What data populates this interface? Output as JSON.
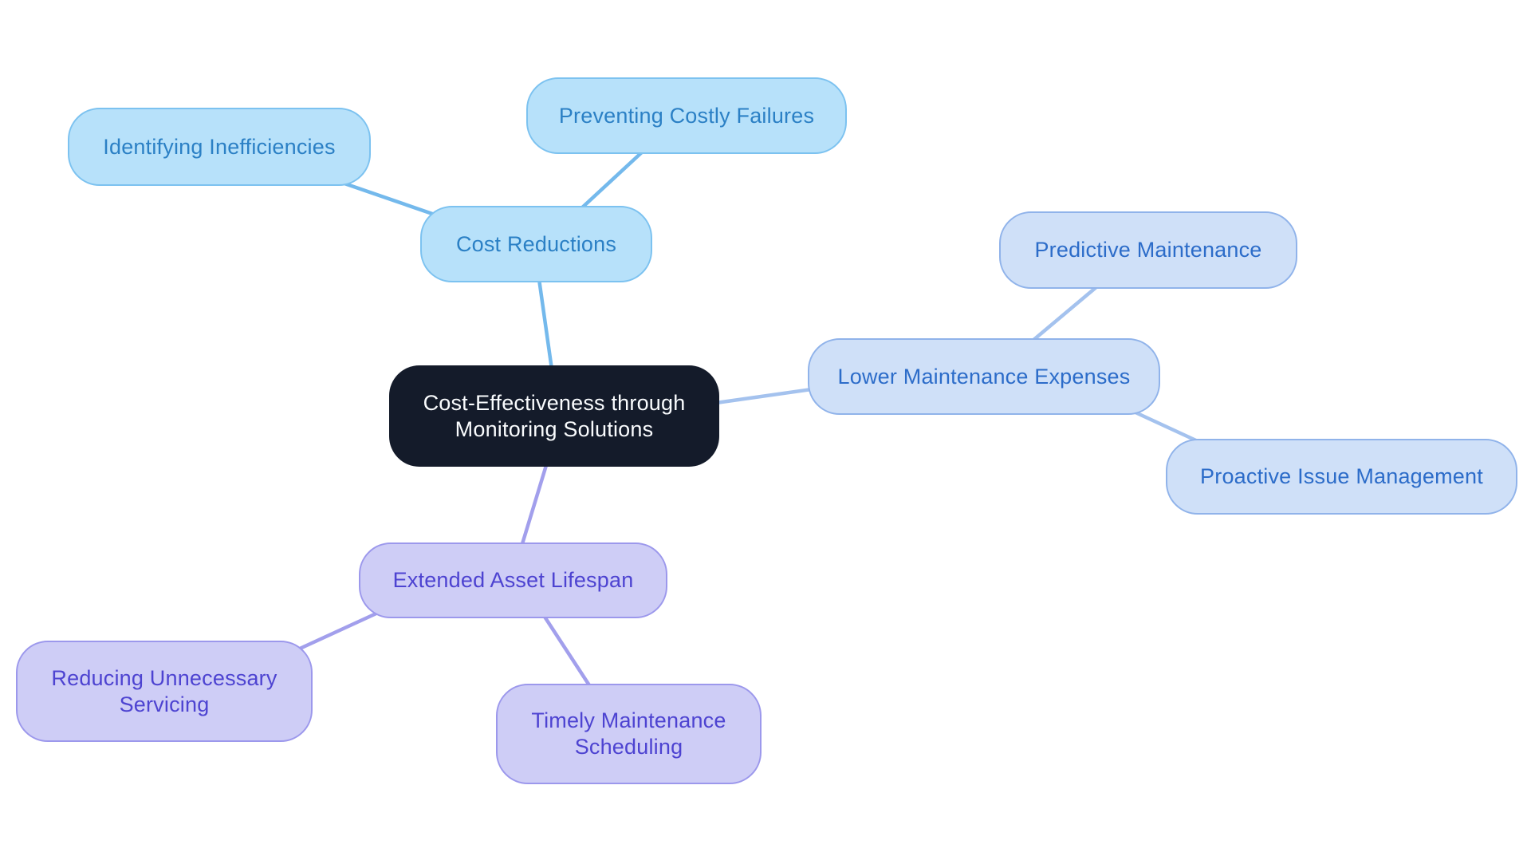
{
  "diagram": {
    "type": "mindmap",
    "background": "#ffffff",
    "root": {
      "label": "Cost-Effectiveness through Monitoring Solutions",
      "fill": "#141b2a",
      "text_color": "#fafcfe"
    },
    "branches": [
      {
        "label": "Cost Reductions",
        "fill": "#b7e1fa",
        "border": "#7cc2f0",
        "text_color": "#2b80c5",
        "line_color": "#74b9ec",
        "children": [
          {
            "label": "Identifying Inefficiencies"
          },
          {
            "label": "Preventing Costly Failures"
          }
        ]
      },
      {
        "label": "Lower Maintenance Expenses",
        "fill": "#cfe0f8",
        "border": "#90b3ea",
        "text_color": "#2c6cc9",
        "line_color": "#a4c2ee",
        "children": [
          {
            "label": "Predictive Maintenance"
          },
          {
            "label": "Proactive Issue Management"
          }
        ]
      },
      {
        "label": "Extended Asset Lifespan",
        "fill": "#cecdf6",
        "border": "#9c98ec",
        "text_color": "#4d43d1",
        "line_color": "#a29fec",
        "children": [
          {
            "label": "Reducing Unnecessary Servicing"
          },
          {
            "label": "Timely Maintenance Scheduling"
          }
        ]
      }
    ]
  }
}
